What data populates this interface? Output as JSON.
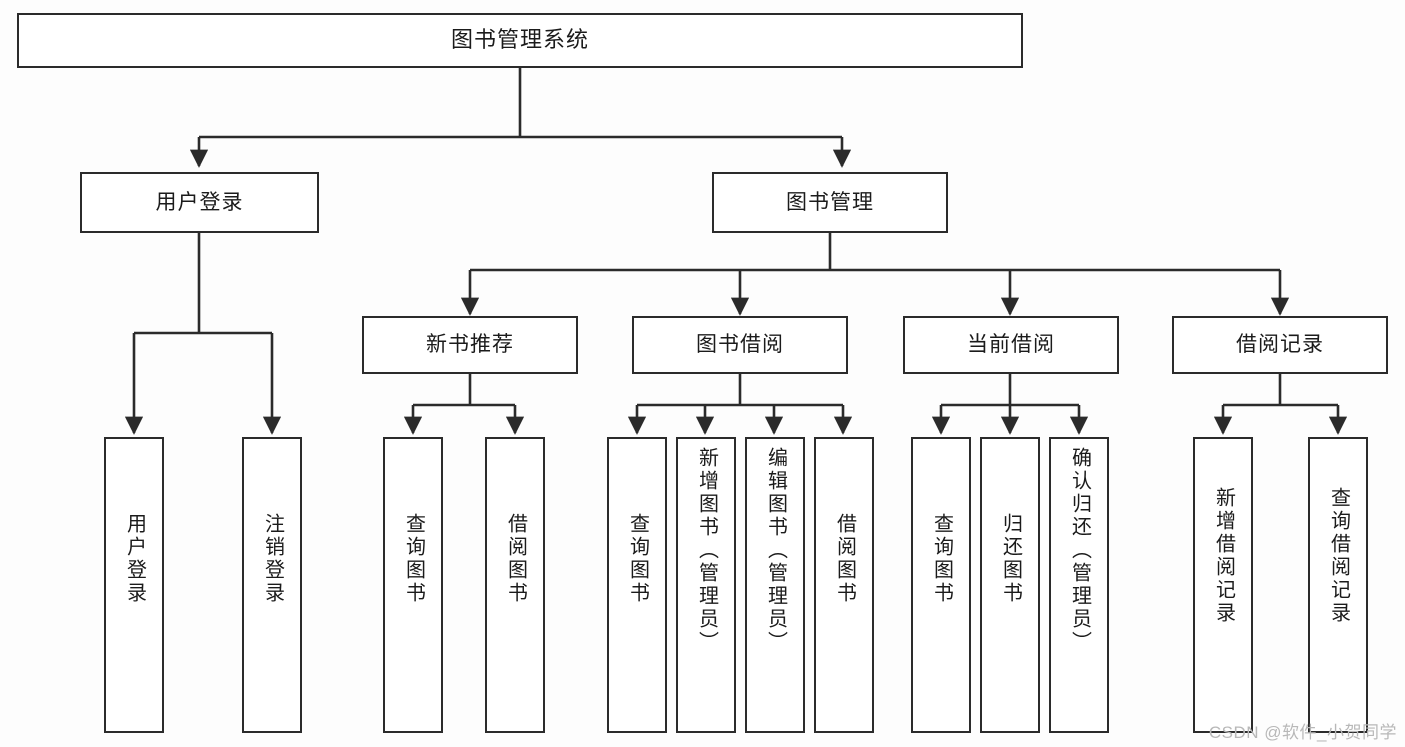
{
  "diagram": {
    "title": "图书管理系统",
    "type": "tree",
    "watermark": "CSDN @软件_小贺同学",
    "colors": {
      "stroke": "#2b2b2b",
      "fill": "#ffffff",
      "background": "#fdfdfd",
      "text": "#1b1b1b",
      "watermark": "#b8b8b8"
    },
    "root": {
      "label": "图书管理系统"
    },
    "level2": [
      {
        "label": "用户登录"
      },
      {
        "label": "图书管理"
      }
    ],
    "level3": [
      {
        "label": "新书推荐"
      },
      {
        "label": "图书借阅"
      },
      {
        "label": "当前借阅"
      },
      {
        "label": "借阅记录"
      }
    ],
    "leaves": {
      "user_login": [
        {
          "label": "用户登录"
        },
        {
          "label": "注销登录"
        }
      ],
      "new_book": [
        {
          "label": "查询图书"
        },
        {
          "label": "借阅图书"
        }
      ],
      "book_borrow": [
        {
          "label": "查询图书"
        },
        {
          "label": "新增图书（管理员）"
        },
        {
          "label": "编辑图书（管理员）"
        },
        {
          "label": "借阅图书"
        }
      ],
      "current_borrow": [
        {
          "label": "查询图书"
        },
        {
          "label": "归还图书"
        },
        {
          "label": "确认归还（管理员）"
        }
      ],
      "borrow_record": [
        {
          "label": "新增借阅记录"
        },
        {
          "label": "查询借阅记录"
        }
      ]
    }
  }
}
